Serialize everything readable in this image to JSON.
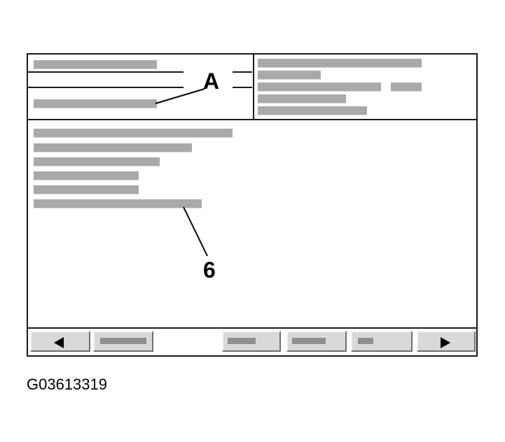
{
  "callouts": {
    "label_a": "A",
    "label_6": "6"
  },
  "figure_id": "G03613319",
  "icons": {
    "prev": "left-arrow-icon",
    "next": "right-arrow-icon"
  },
  "colors": {
    "frame": "#1a1a1a",
    "placeholder_bar": "#a9a9a9",
    "button_face": "#d9d9d9"
  }
}
